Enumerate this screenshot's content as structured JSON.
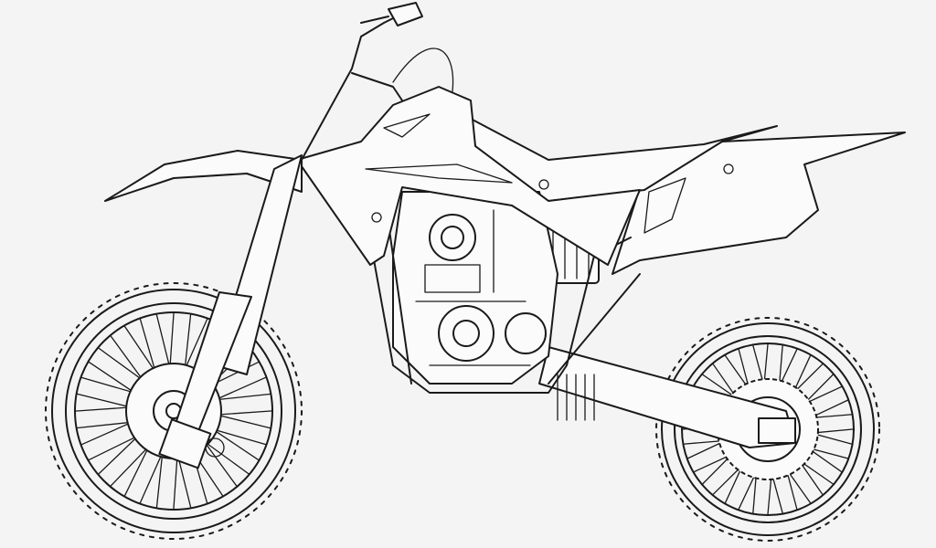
{
  "illustration": {
    "subject": "dirt-bike-line-art",
    "colors": {
      "background": "#f4f4f4",
      "line": "#1a1a1a"
    },
    "front_wheel_spokes": 36,
    "rear_wheel_spokes": 36
  }
}
